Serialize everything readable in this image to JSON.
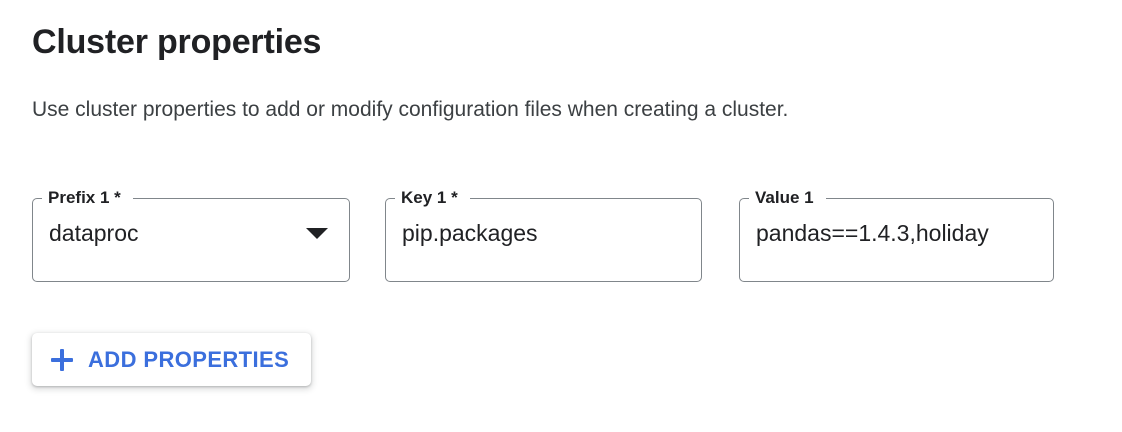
{
  "page": {
    "title": "Cluster properties",
    "subtitle": "Use cluster properties to add or modify configuration files when creating a cluster."
  },
  "form": {
    "fields": [
      {
        "name": "prefix",
        "label": "Prefix 1 *",
        "value": "dataproc",
        "control": "select",
        "icon": "chevron-down-icon"
      },
      {
        "name": "key",
        "label": "Key 1 *",
        "value": "pip.packages",
        "control": "text"
      },
      {
        "name": "value",
        "label": "Value 1",
        "value": "pandas==1.4.3,holiday",
        "control": "text"
      }
    ]
  },
  "actions": {
    "add_properties": {
      "label": "ADD PROPERTIES",
      "icon": "plus-icon"
    }
  },
  "colors": {
    "accent_blue": "#3b6fdd",
    "text_primary": "#202124",
    "text_secondary": "#3c4043",
    "field_border": "#80868b",
    "background": "#ffffff"
  }
}
